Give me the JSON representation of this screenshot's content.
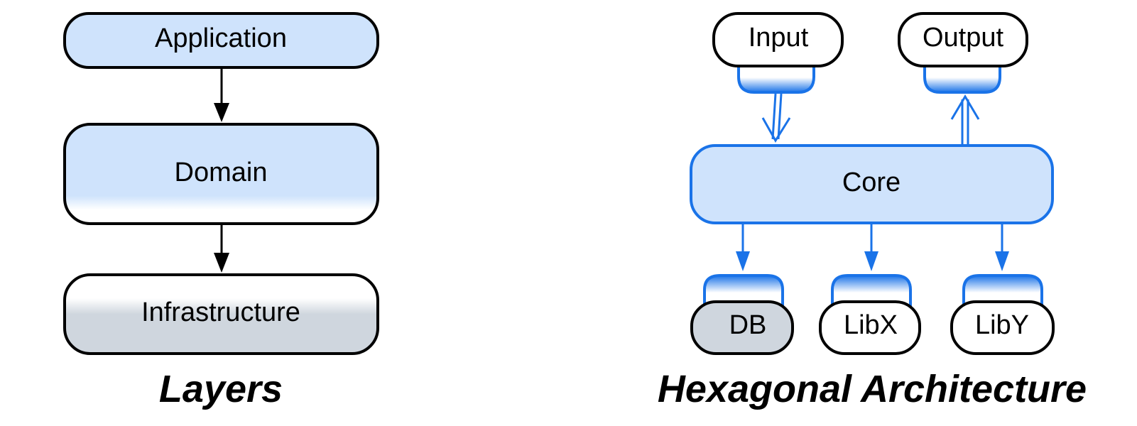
{
  "colors": {
    "layer_fill": "#cfe3fc",
    "infra_fill": "#cfd6de",
    "port_blue": "#1a73e8",
    "stroke": "#000000",
    "white": "#ffffff"
  },
  "layers": {
    "application_label": "Application",
    "domain_label": "Domain",
    "infrastructure_label": "Infrastructure",
    "caption": "Layers"
  },
  "hexagonal": {
    "input_label": "Input",
    "output_label": "Output",
    "core_label": "Core",
    "db_label": "DB",
    "libx_label": "LibX",
    "liby_label": "LibY",
    "caption": "Hexagonal Architecture"
  }
}
